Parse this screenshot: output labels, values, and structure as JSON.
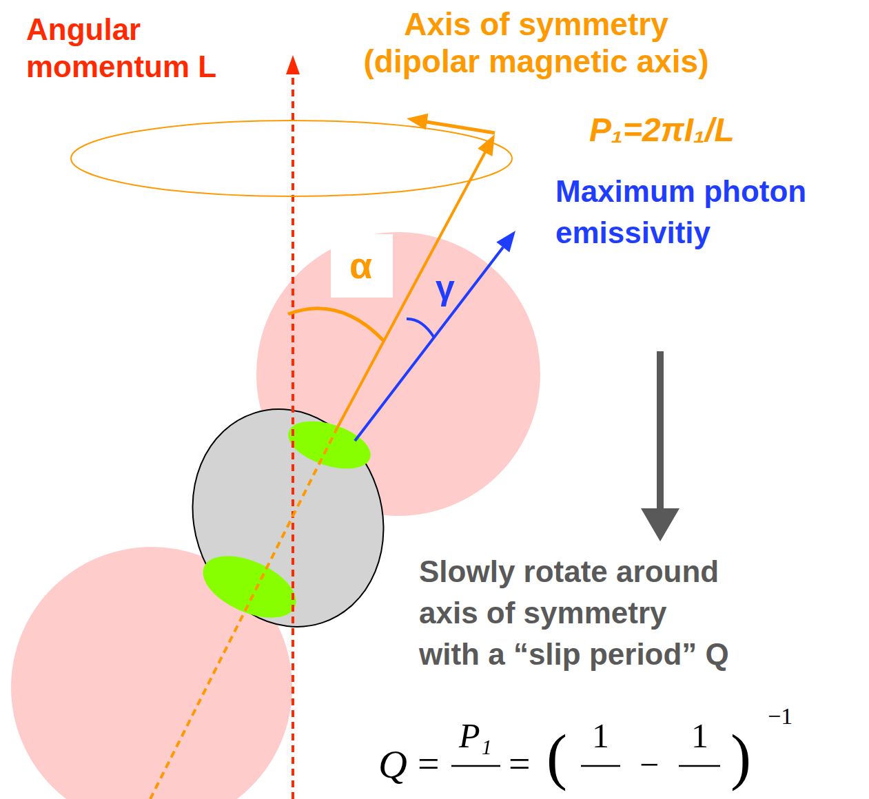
{
  "diagram": {
    "labels": [
      "Angular momentum L",
      "Axis of symmetry (dipolar magnetic axis)",
      "P₁=2πI₁/L",
      "Maximum photon emissivitiy",
      "α",
      "γ",
      "Slowly rotate around axis of symmetry with a “slip period” Q",
      "Q",
      "=",
      "P₁",
      "=",
      "(",
      "1",
      "−",
      "1",
      ")",
      "−1"
    ]
  }
}
